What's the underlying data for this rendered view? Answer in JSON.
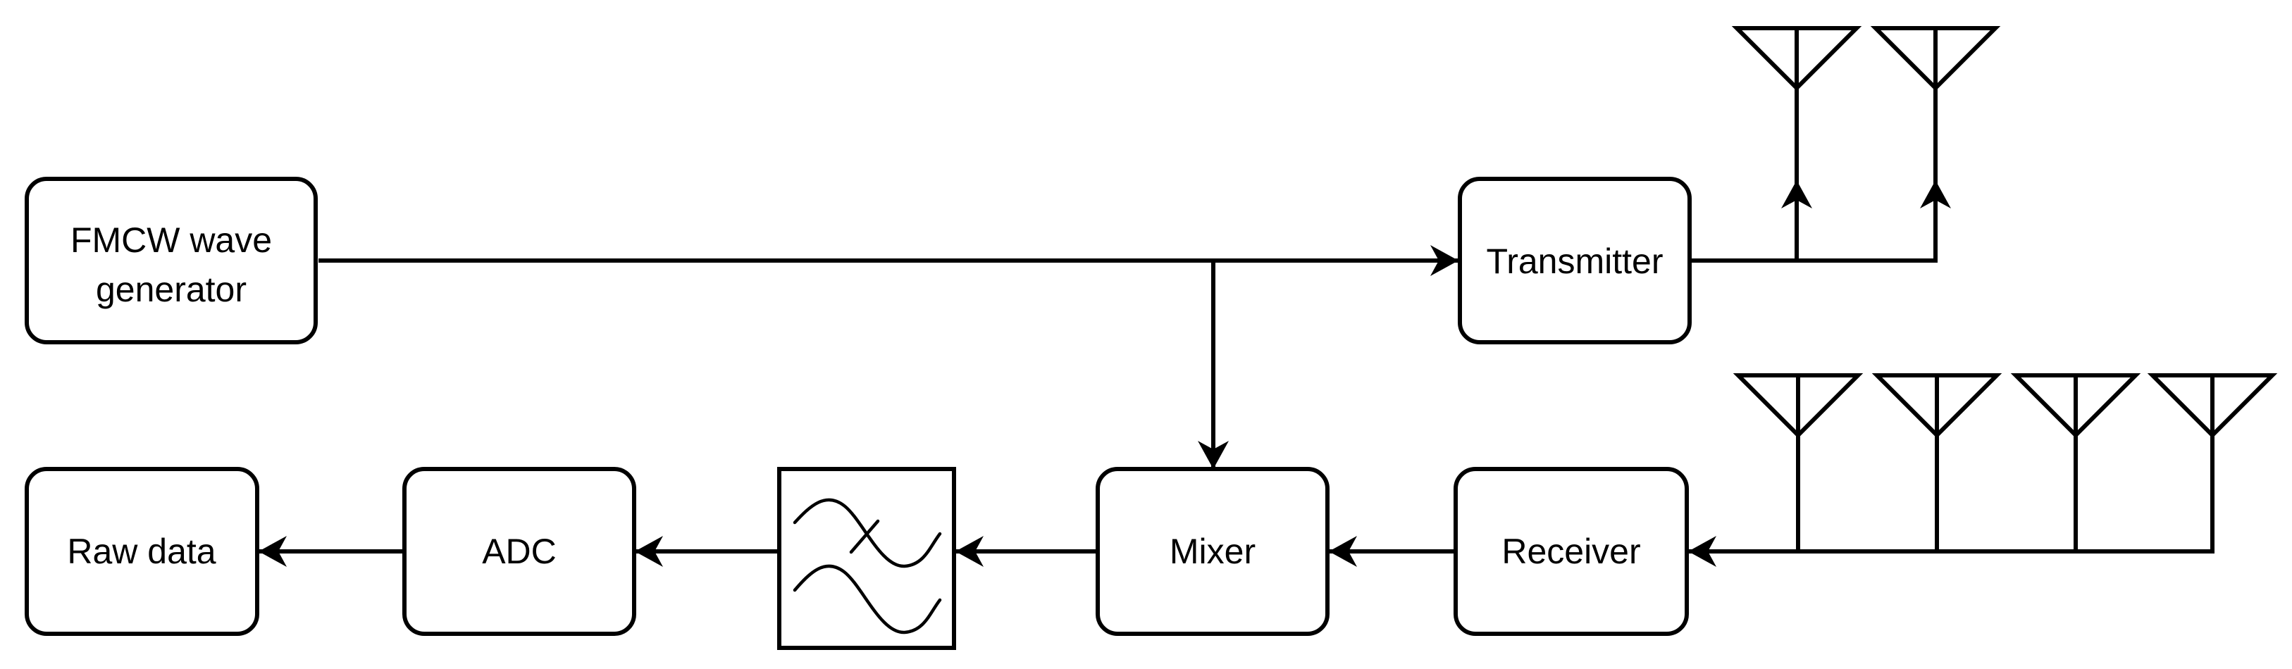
{
  "diagram": {
    "blocks": {
      "generator_line1": "FMCW wave",
      "generator_line2": "generator",
      "transmitter": "Transmitter",
      "mixer": "Mixer",
      "receiver": "Receiver",
      "adc": "ADC",
      "raw_data": "Raw data"
    },
    "filter_icon": "low-pass-filter-icon",
    "antenna_icon": "antenna-icon",
    "transmit_antenna_count": 2,
    "receive_antenna_count": 4,
    "colors": {
      "stroke": "#000000",
      "background": "#ffffff"
    }
  }
}
